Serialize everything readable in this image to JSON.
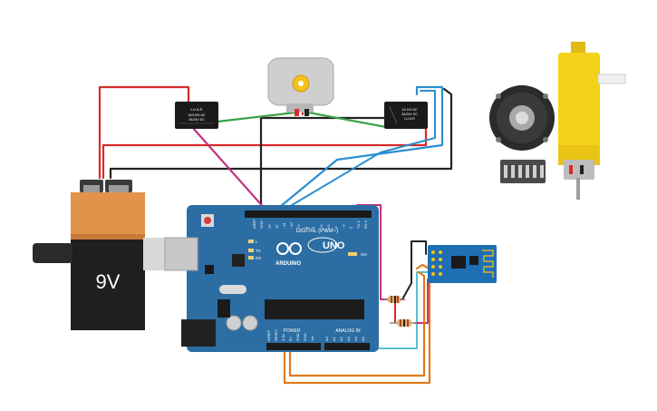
{
  "battery": {
    "voltage_label": "9V"
  },
  "relay_left": {
    "text_lines": [
      "LU-5-R",
      "3A/125V AC",
      "3A/24V DC"
    ]
  },
  "relay_right": {
    "text_lines": [
      "1A 14V AC",
      "3A/24V DC",
      "LU-5-R"
    ]
  },
  "arduino": {
    "brand": "ARDUINO",
    "model": "UNO",
    "digital_header": "DIGITAL (PWM~)",
    "power_header": "POWER",
    "analog_header": "ANALOG IN",
    "led_tx": "TX",
    "led_rx": "RX",
    "led_l": "L",
    "led_on": "ON",
    "top_pins": [
      "AREF",
      "GND",
      "13",
      "12",
      "~11",
      "~10",
      "~9",
      "8",
      "7",
      "~6",
      "~5",
      "4",
      "~3",
      "2",
      "TX 1",
      "RX 0"
    ],
    "power_pins": [
      "IOREF",
      "RESET",
      "3.3V",
      "5V",
      "GND",
      "GND",
      "Vin"
    ],
    "analog_pins": [
      "A0",
      "A1",
      "A2",
      "A3",
      "A4",
      "A5"
    ]
  },
  "colors": {
    "board": "#2c6ea3",
    "wire_red": "#d72a2a",
    "wire_black": "#222222",
    "wire_green": "#3aa24a",
    "wire_magenta": "#c2307e",
    "wire_blue": "#2a8ed0",
    "wire_orange": "#e07a1f",
    "wire_cyan": "#5bc0c8",
    "battery_top": "#e2934a",
    "battery_body": "#1f1f1f",
    "motor_yellow": "#f5d21a"
  }
}
